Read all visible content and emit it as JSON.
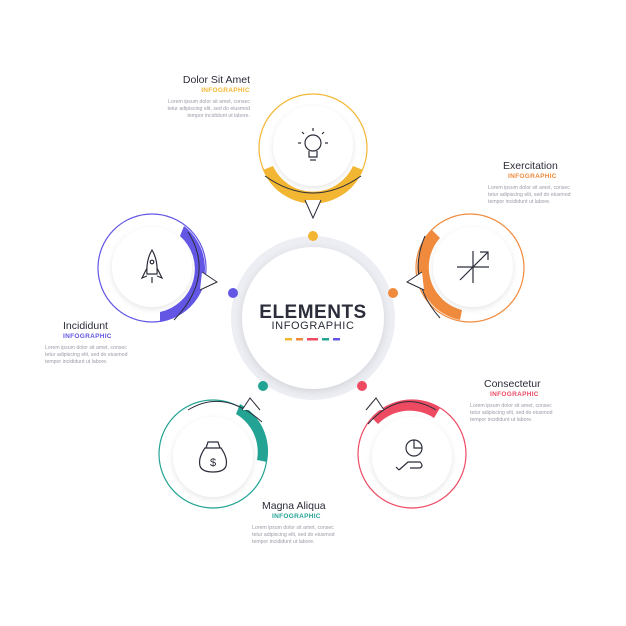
{
  "center": {
    "title": "ELEMENTS",
    "subtitle": "INFOGRAPHIC"
  },
  "colors": {
    "yellow": "#f2b632",
    "orange": "#f08a3c",
    "red": "#ee4b63",
    "teal": "#23a394",
    "purple": "#6356e5",
    "text": "#2b2d3a",
    "muted": "#9a9ca6"
  },
  "items": [
    {
      "id": "top",
      "title": "Dolor Sit Amet",
      "sub": "INFOGRAPHIC",
      "color": "#f2b632",
      "icon": "lightbulb-icon",
      "desc": "Lorem ipsum dolor sit amet, consec\ntetur adipiscing elit, sed do eiusmod\ntempor incididunt ut labore."
    },
    {
      "id": "right",
      "title": "Exercitation",
      "sub": "INFOGRAPHIC",
      "color": "#f08a3c",
      "icon": "growth-arrow-icon",
      "desc": "Lorem ipsum dolor sit amet, consec\ntetur adipiscing elit, sed do eiusmod\ntempor incididunt ut labore."
    },
    {
      "id": "bottom-right",
      "title": "Consectetur",
      "sub": "INFOGRAPHIC",
      "color": "#ee4b63",
      "icon": "hand-pie-chart-icon",
      "desc": "Lorem ipsum dolor sit amet, consec\ntetur adipiscing elit, sed do eiusmod\ntempor incididunt ut labore."
    },
    {
      "id": "bottom-left",
      "title": "Magna Aliqua",
      "sub": "INFOGRAPHIC",
      "color": "#23a394",
      "icon": "money-bag-icon",
      "desc": "Lorem ipsum dolor sit amet, consec\ntetur adipiscing elit, sed do eiusmod\ntempor incididunt ut labore."
    },
    {
      "id": "left",
      "title": "Incididunt",
      "sub": "INFOGRAPHIC",
      "color": "#6356e5",
      "icon": "rocket-icon",
      "desc": "Lorem ipsum dolor sit amet, consec\ntetur adipiscing elit, sed do eiusmod\ntempor incididunt ut labore."
    }
  ]
}
